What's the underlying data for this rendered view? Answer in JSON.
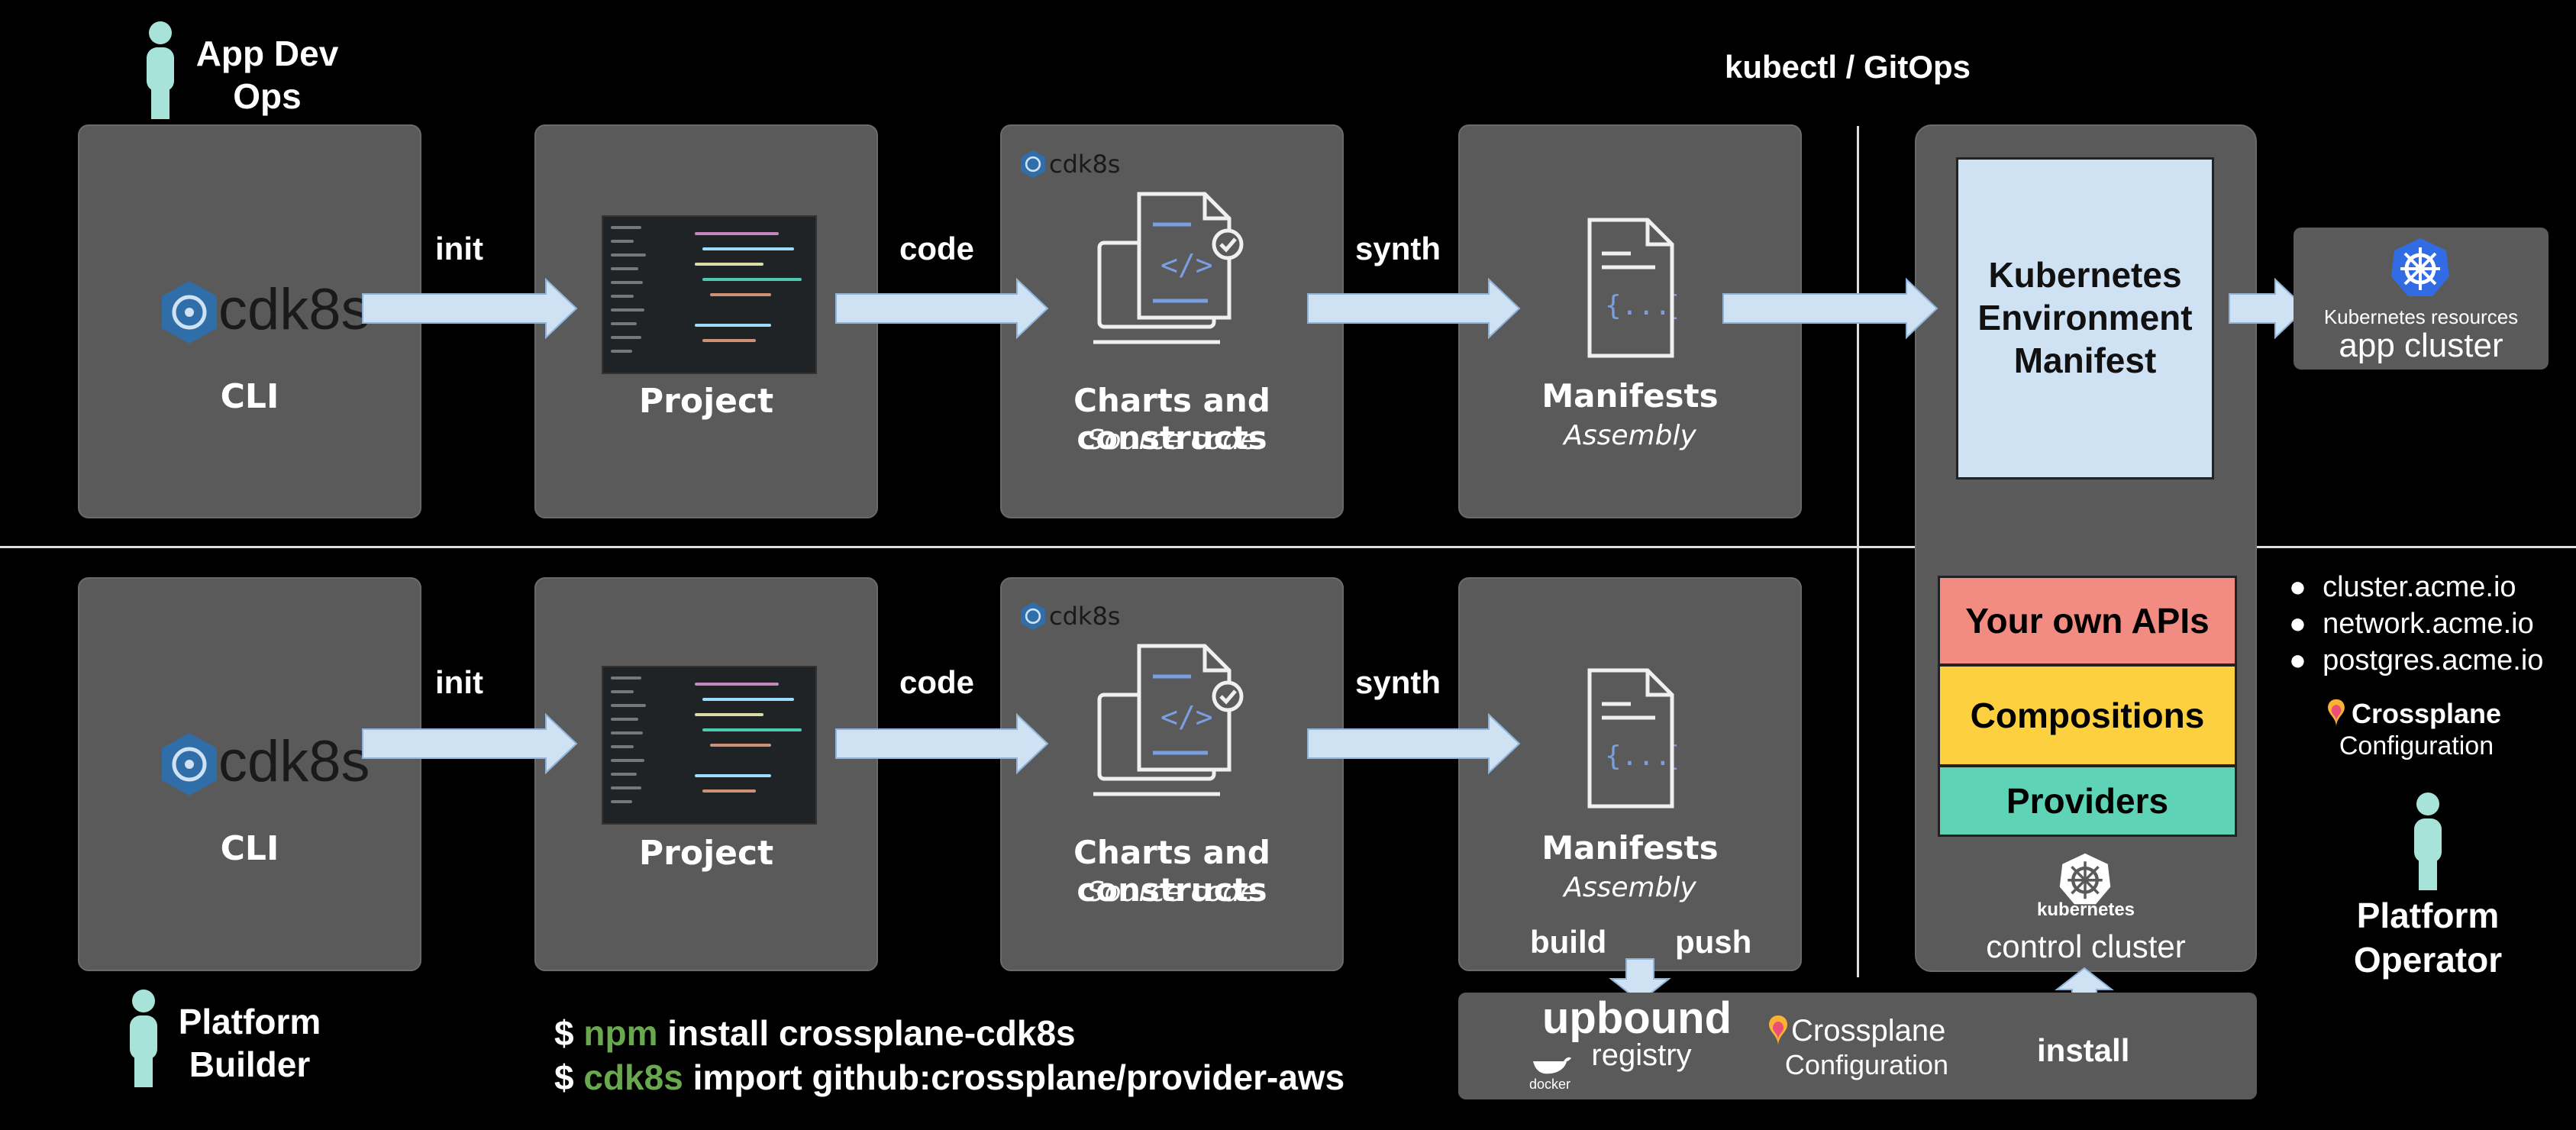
{
  "roles": {
    "top": "App Dev\nOps",
    "bottom": "Platform\nBuilder",
    "right": "Platform\nOperator"
  },
  "header": {
    "top_right": "kubectl / GitOps"
  },
  "steps": {
    "cli_logo": "cdk8s",
    "cli": "CLI",
    "project": "Project",
    "charts_title": "Charts and constructs",
    "charts_sub": "Source code",
    "manifests_title": "Manifests",
    "manifests_sub": "Assembly",
    "mini_logo": "cdk8s"
  },
  "arrows": {
    "init": "init",
    "code": "code",
    "synth": "synth",
    "build": "build",
    "push": "push",
    "install": "install"
  },
  "env_manifest": "Kubernetes Environment Manifest",
  "app_cluster": {
    "caption": "Kubernetes resources",
    "name": "app cluster"
  },
  "control_cluster": {
    "layers": [
      "Your own APIs",
      "Compositions",
      "Providers"
    ],
    "logo_text": "kubernetes",
    "name": "control cluster"
  },
  "registry": {
    "upbound": "upbound",
    "registry": "registry",
    "docker": "docker",
    "crossplane": "Crossplane",
    "configuration": "Configuration"
  },
  "apis": [
    "cluster.acme.io",
    "network.acme.io",
    "postgres.acme.io"
  ],
  "crossplane_config": {
    "name": "Crossplane",
    "sub": "Configuration"
  },
  "commands": [
    {
      "prefix": "$ ",
      "tool": "npm",
      "rest": " install crossplane-cdk8s"
    },
    {
      "prefix": "$ ",
      "tool": "cdk8s",
      "rest": " import github:crossplane/provider-aws"
    }
  ],
  "colors": {
    "background": "#000000",
    "box": "#5a5a5a",
    "arrow": "#cfe2f3",
    "your_apis": "#f28b82",
    "compositions": "#fcd03f",
    "providers": "#5fd3b6",
    "person": "#a7e3d9",
    "command_highlight": "#6aa84f",
    "cdk8s_blue": "#2f6ea8"
  }
}
